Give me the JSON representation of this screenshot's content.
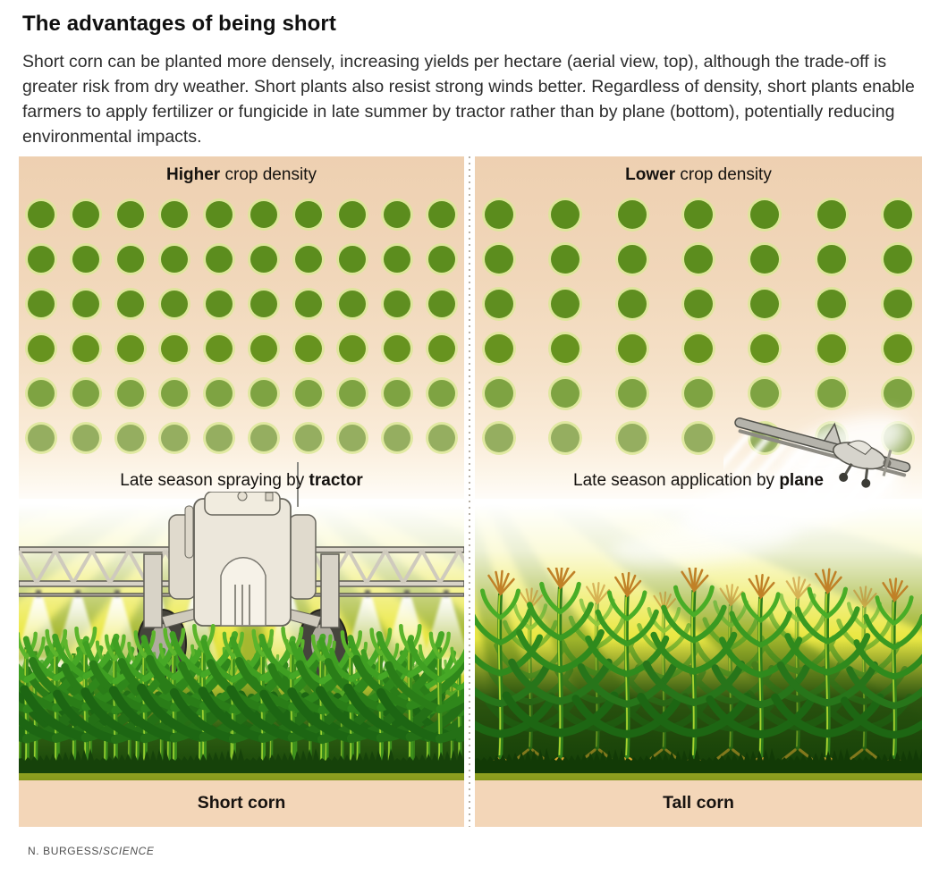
{
  "header": {
    "title": "The advantages of being short",
    "description": "Short corn can be planted more densely, increasing yields per hectare (aerial view, top), although the trade-off is greater risk from dry weather. Short plants also resist strong winds better. Regardless of density, short plants enable farmers to apply fertilizer or fungicide in late summer by tractor rather than by plane (bottom), potentially reducing environmental impacts.",
    "credit_prefix": "N. BURGESS/",
    "credit_source": "SCIENCE"
  },
  "figure": {
    "left_panel": {
      "density_bold": "Higher",
      "density_rest": " crop density",
      "spray_prefix": "Late season spraying by ",
      "spray_bold": "tractor",
      "caption": "Short corn",
      "dot_grid": {
        "columns": 10,
        "rows": 6
      }
    },
    "right_panel": {
      "density_bold": "Lower",
      "density_rest": " crop density",
      "spray_prefix": "Late season application by ",
      "spray_bold": "plane",
      "caption": "Tall corn",
      "dot_grid": {
        "columns": 7,
        "rows": 6
      }
    },
    "colors": {
      "panel_peach_top": "#eed0b1",
      "caption_band": "#f3d6b8",
      "dot_halo": "rgba(219,231,150,0.85)",
      "dot_rows": [
        "#5b8c1d",
        "#5c8d1e",
        "#5f8e20",
        "#67931f",
        "#7ea342",
        "#95ae60"
      ],
      "field_yellow": "#ebe845",
      "field_olive": "#a6b931",
      "corn_dark_green": "#1d6613",
      "ground_olive": "#8da21c",
      "machine_gray": "#d8d3c7"
    }
  }
}
